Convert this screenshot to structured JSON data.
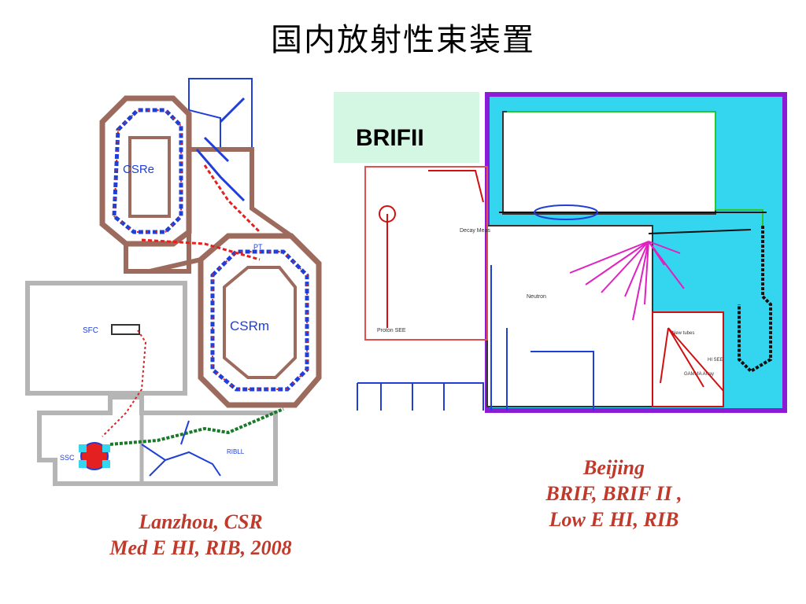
{
  "title": "国内放射性束装置",
  "left_diagram": {
    "labels": {
      "csre": "CSRe",
      "csrm": "CSRm",
      "sfc": "SFC",
      "ssc": "SSC",
      "pt": "PT",
      "ribll": "RIBLL"
    }
  },
  "right_diagram": {
    "title": "BRIFII",
    "labels": {
      "decay": "Decay Meas",
      "proton": "Proton SEE",
      "neutron": "Neutron",
      "heavy": "HI SEE",
      "gamma": "GAMMA Array",
      "newtubes": "New tubes"
    }
  },
  "captions": {
    "left_line1": "Lanzhou, CSR",
    "left_line2": "Med E HI, RIB, 2008",
    "right_line1": "Beijing",
    "right_line2": "BRIF, BRIF II ,",
    "right_line3": "Low E HI, RIB"
  },
  "colors": {
    "caption": "#c0392b",
    "wall": "#9c6b5e",
    "gray_wall": "#b5b5b5",
    "beam_blue": "#1f3fd6",
    "beam_red": "#e52020",
    "pool_cyan": "#33d6ee",
    "border_purple": "#8a1bd6"
  }
}
